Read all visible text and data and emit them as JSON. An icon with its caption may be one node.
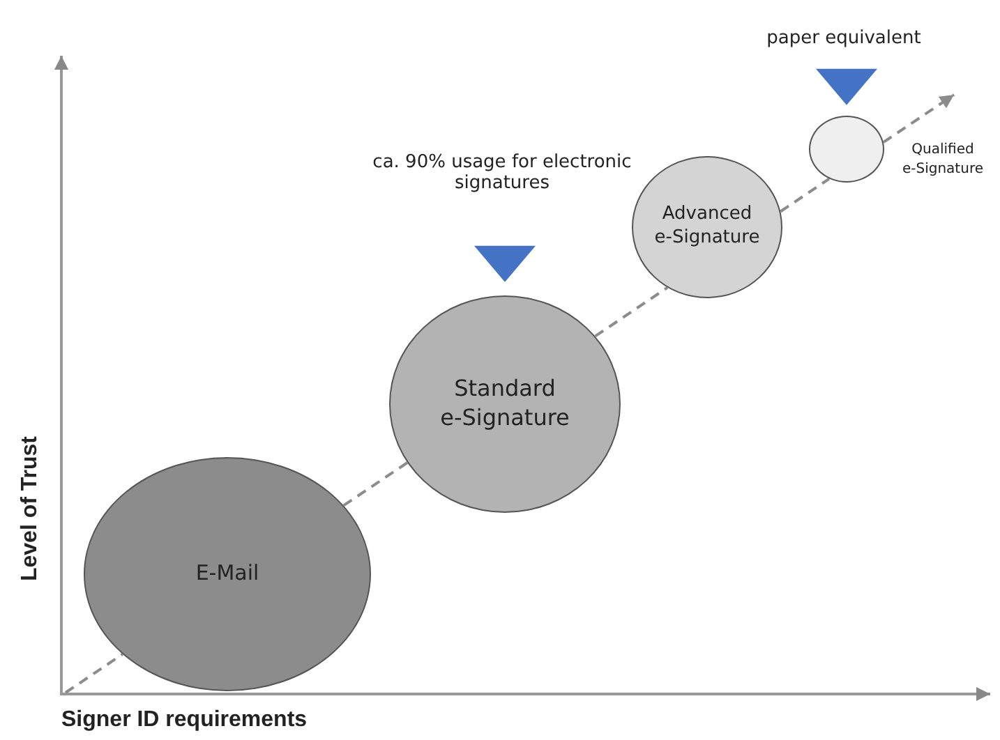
{
  "diagram": {
    "nodes": [
      {
        "text": [
          "E-Mail"
        ]
      },
      {
        "text": [
          "Standard e-Signature"
        ]
      },
      {
        "text": [
          "Advanced e-Signature"
        ]
      },
      {
        "text": [],
        "shape": "circle",
        "beside": [
          "Qualified e-Signature"
        ]
      },
      {
        "text": [
          "ca. 90% usage for electronic signatures"
        ]
      },
      {
        "text": [
          "paper equivalent"
        ]
      }
    ],
    "edges": [
      {
        "from": null,
        "to": 0,
        "arrow": "none",
        "style": "dashed"
      },
      {
        "from": 0,
        "to": 1,
        "arrow": "none",
        "style": "dashed"
      },
      {
        "from": 1,
        "to": 2,
        "arrow": "none",
        "style": "dashed"
      },
      {
        "from": 2,
        "to": 3,
        "arrow": "none",
        "style": "dashed"
      },
      {
        "from": 3,
        "to": null,
        "arrow": "to",
        "style": "dashed"
      },
      {
        "from": 4,
        "to": 1,
        "arrow": "to",
        "color": "#4472c4"
      },
      {
        "from": 5,
        "to": 3,
        "arrow": "to",
        "color": "#4472c4"
      }
    ],
    "labels": [
      "Level of Trust",
      "Signer ID requirements"
    ]
  }
}
